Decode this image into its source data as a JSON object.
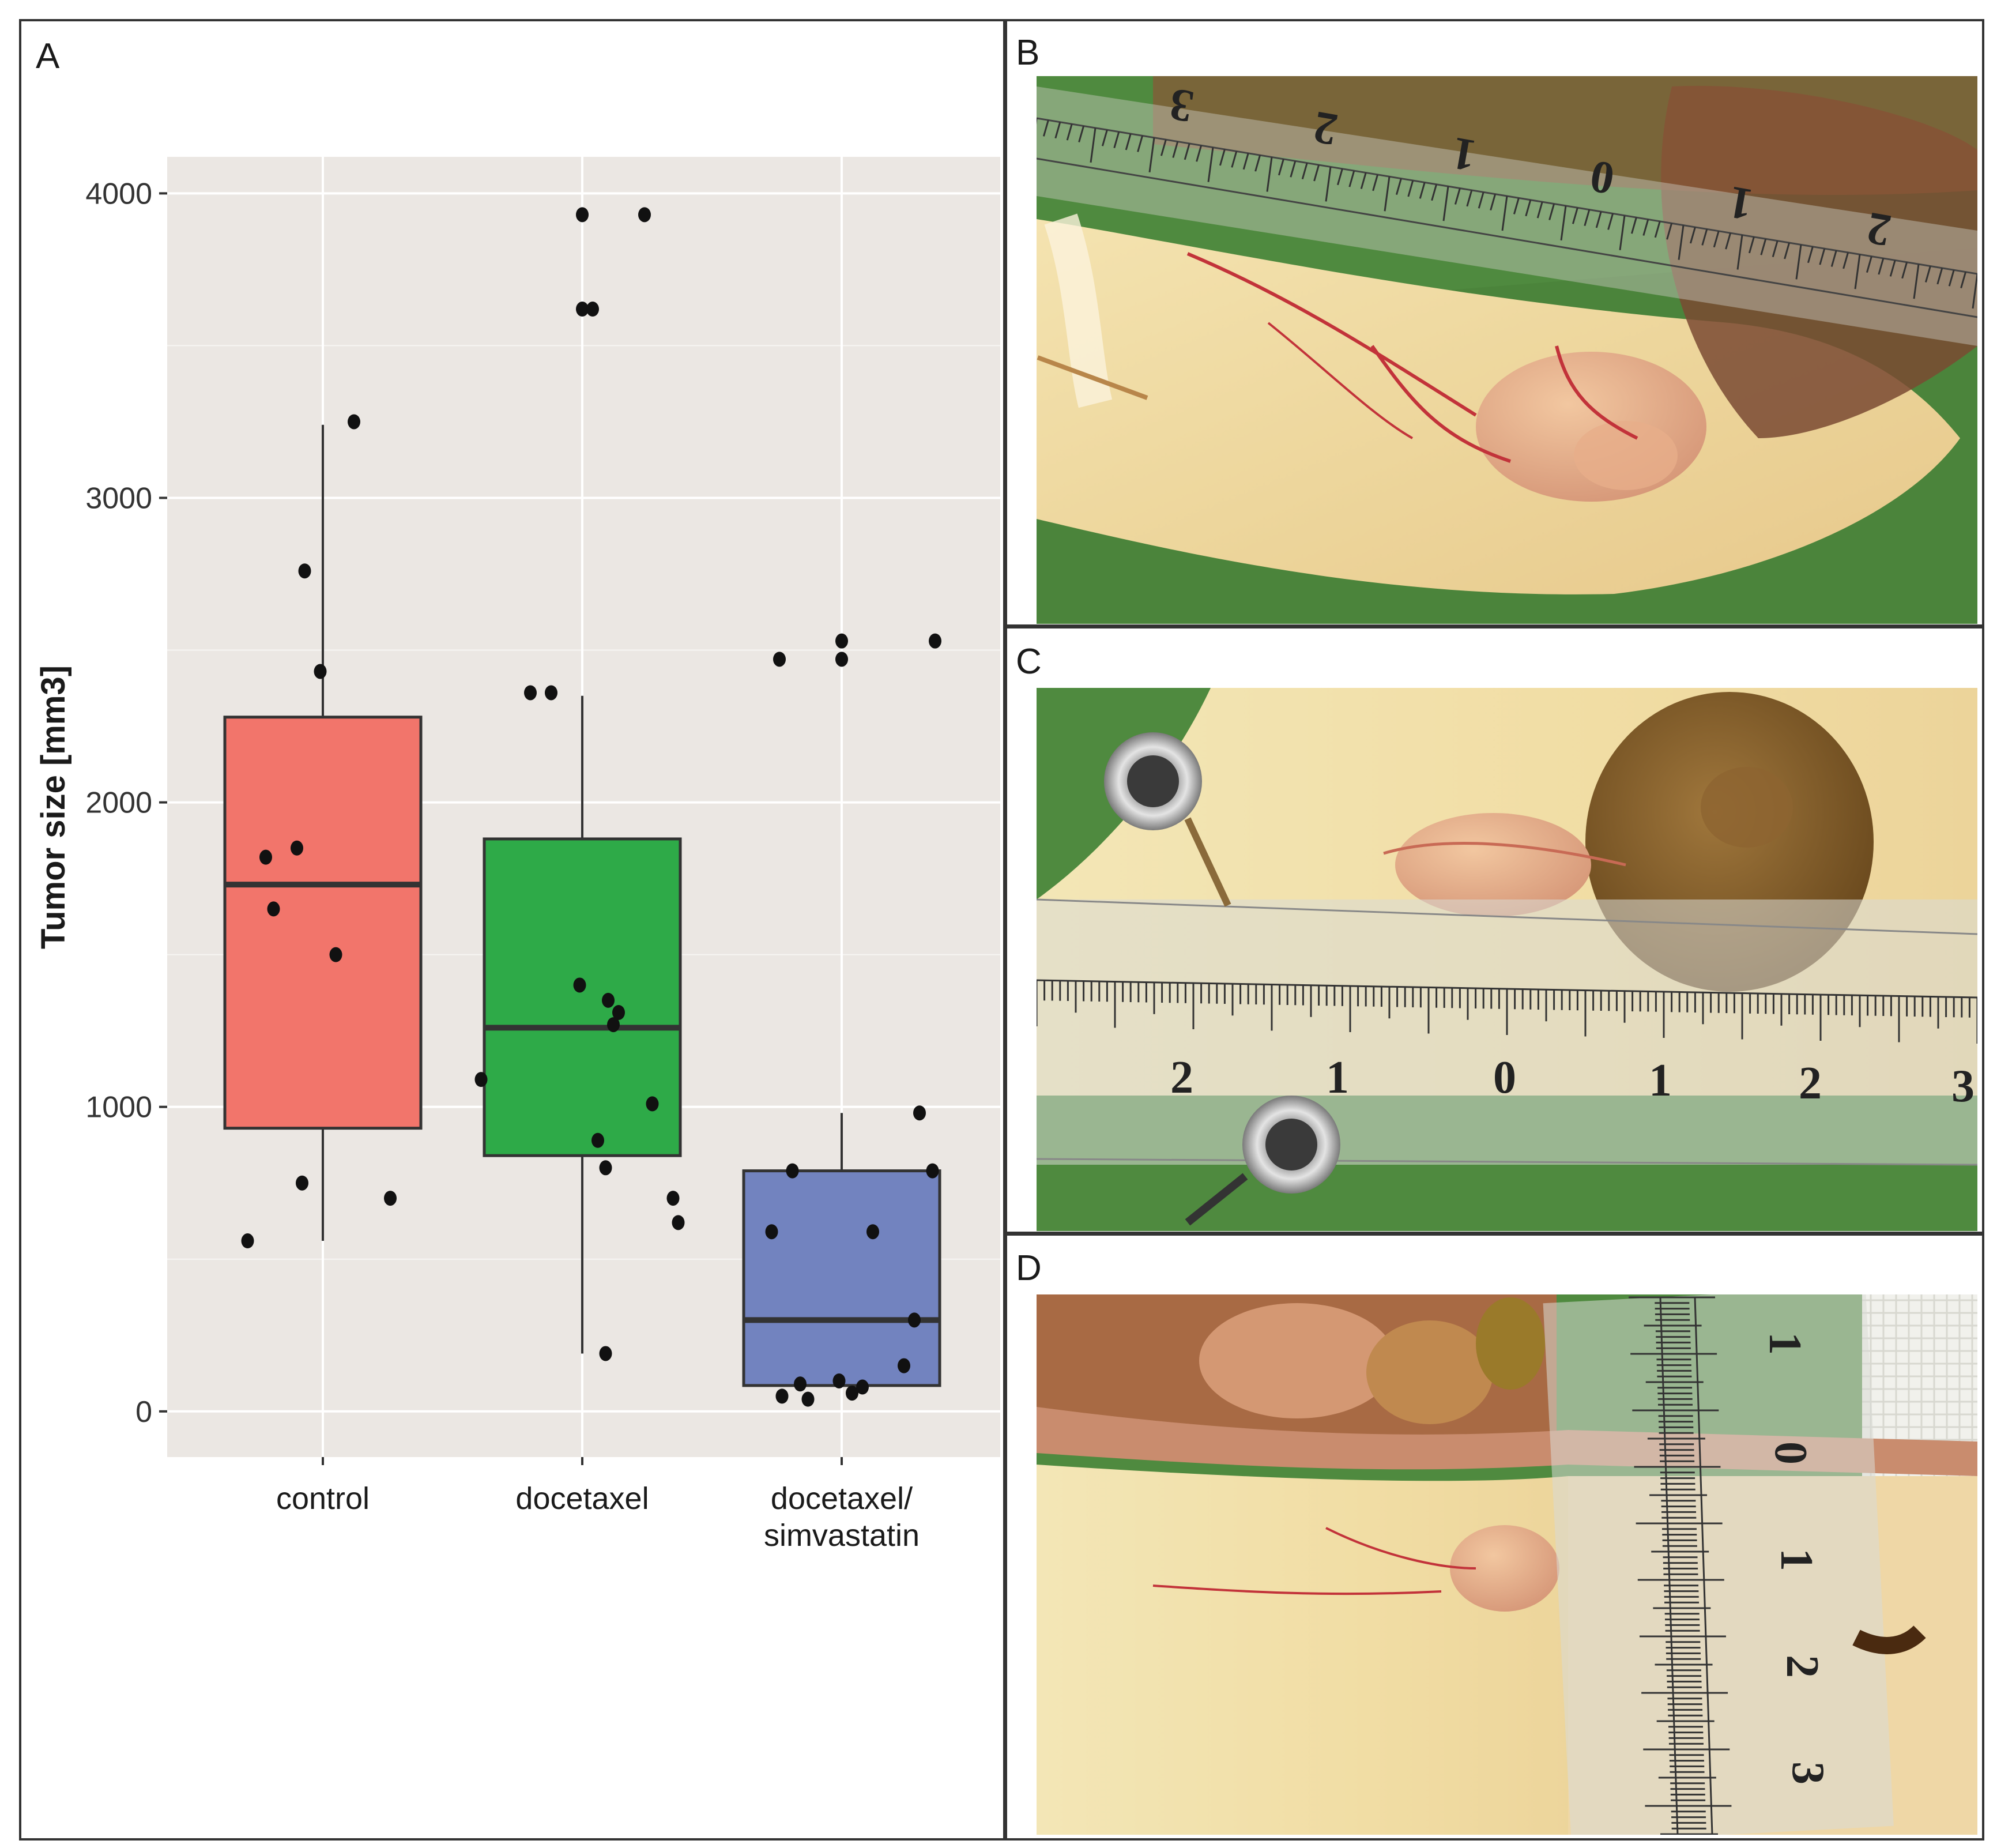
{
  "panels": {
    "a_label": "A",
    "b_label": "B",
    "c_label": "C",
    "d_label": "D"
  },
  "chart_data": {
    "type": "box",
    "ylabel": "Tumor size [mm3]",
    "xlabel": "",
    "ylim": [
      -150,
      4120
    ],
    "y_ticks": [
      0,
      1000,
      2000,
      3000,
      4000
    ],
    "grid": true,
    "categories": [
      "control",
      "docetaxel",
      "docetaxel/ simvastatin"
    ],
    "boxes": [
      {
        "category": "control",
        "min": 560,
        "q1": 930,
        "median": 1730,
        "q3": 2280,
        "max": 3240,
        "color": "#F2756B"
      },
      {
        "category": "docetaxel",
        "min": 190,
        "q1": 840,
        "median": 1260,
        "q3": 1880,
        "max": 2350,
        "color": "#2EAA48"
      },
      {
        "category": "docetaxel/ simvastatin",
        "min": 85,
        "q1": 85,
        "median": 300,
        "q3": 790,
        "max": 980,
        "color": "#7283BF"
      }
    ],
    "points": [
      [
        {
          "dx": -0.29,
          "y": 560
        },
        {
          "dx": -0.22,
          "y": 1820
        },
        {
          "dx": -0.19,
          "y": 1650
        },
        {
          "dx": -0.1,
          "y": 1850
        },
        {
          "dx": -0.08,
          "y": 750
        },
        {
          "dx": -0.07,
          "y": 2760
        },
        {
          "dx": -0.01,
          "y": 2430
        },
        {
          "dx": 0.05,
          "y": 1500
        },
        {
          "dx": 0.12,
          "y": 3250
        },
        {
          "dx": 0.26,
          "y": 700
        }
      ],
      [
        {
          "dx": -0.39,
          "y": 1090
        },
        {
          "dx": -0.2,
          "y": 2360
        },
        {
          "dx": -0.12,
          "y": 2360
        },
        {
          "dx": -0.01,
          "y": 1400
        },
        {
          "dx": 0.0,
          "y": 3930
        },
        {
          "dx": 0.0,
          "y": 3620
        },
        {
          "dx": 0.04,
          "y": 3620
        },
        {
          "dx": 0.06,
          "y": 890
        },
        {
          "dx": 0.09,
          "y": 800
        },
        {
          "dx": 0.09,
          "y": 190
        },
        {
          "dx": 0.1,
          "y": 1350
        },
        {
          "dx": 0.12,
          "y": 1270
        },
        {
          "dx": 0.14,
          "y": 1310
        },
        {
          "dx": 0.24,
          "y": 3930
        },
        {
          "dx": 0.27,
          "y": 1010
        },
        {
          "dx": 0.35,
          "y": 700
        },
        {
          "dx": 0.37,
          "y": 620
        }
      ],
      [
        {
          "dx": -0.27,
          "y": 590
        },
        {
          "dx": -0.24,
          "y": 2470
        },
        {
          "dx": -0.23,
          "y": 50
        },
        {
          "dx": -0.19,
          "y": 790
        },
        {
          "dx": -0.16,
          "y": 90
        },
        {
          "dx": -0.13,
          "y": 40
        },
        {
          "dx": -0.01,
          "y": 100
        },
        {
          "dx": 0.0,
          "y": 2530
        },
        {
          "dx": 0.0,
          "y": 2470
        },
        {
          "dx": 0.04,
          "y": 60
        },
        {
          "dx": 0.08,
          "y": 80
        },
        {
          "dx": 0.12,
          "y": 590
        },
        {
          "dx": 0.24,
          "y": 150
        },
        {
          "dx": 0.28,
          "y": 300
        },
        {
          "dx": 0.3,
          "y": 980
        },
        {
          "dx": 0.35,
          "y": 790
        },
        {
          "dx": 0.36,
          "y": 2530
        }
      ]
    ]
  },
  "photo_b": {
    "ruler_numbers": [
      "3",
      "2",
      "1",
      "0",
      "1",
      "2"
    ]
  },
  "photo_c": {
    "ruler_numbers": [
      "2",
      "1",
      "0",
      "1",
      "2",
      "3"
    ]
  },
  "photo_d": {
    "ruler_numbers": [
      "1",
      "0",
      "1",
      "2",
      "3"
    ]
  }
}
